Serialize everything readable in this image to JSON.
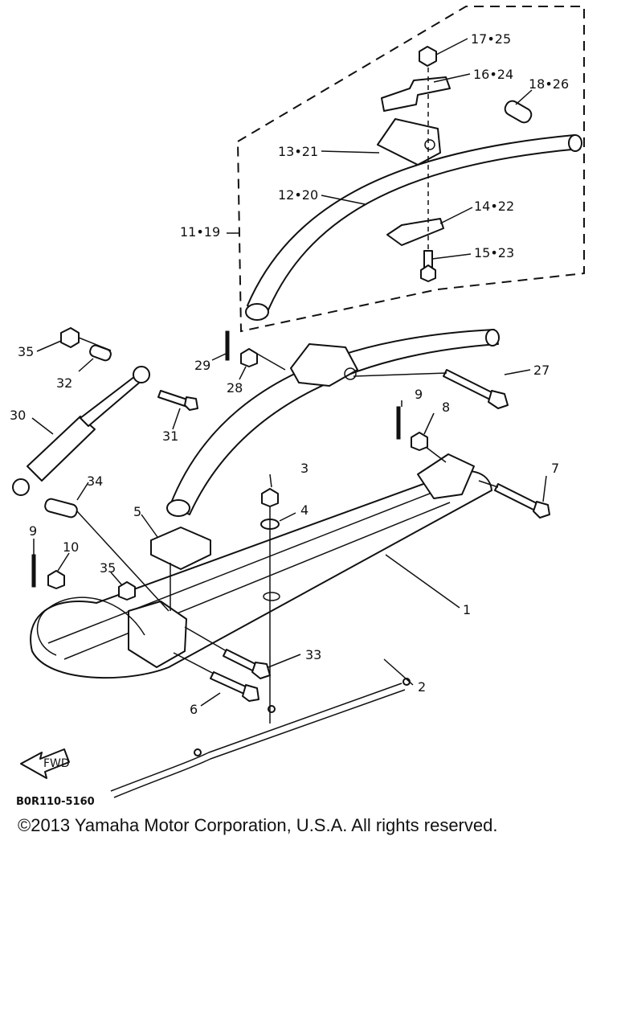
{
  "labels": {
    "p17_25": "17•25",
    "p16_24": "16•24",
    "p18_26": "18•26",
    "p13_21": "13•21",
    "p12_20": "12•20",
    "p14_22": "14•22",
    "p11_19": "11•19",
    "p15_23": "15•23",
    "p35a": "35",
    "p32": "32",
    "p29": "29",
    "p28": "28",
    "p27": "27",
    "p30": "30",
    "p31": "31",
    "p9a": "9",
    "p8": "8",
    "p34": "34",
    "p3": "3",
    "p7": "7",
    "p5": "5",
    "p4": "4",
    "p9b": "9",
    "p10": "10",
    "p35b": "35",
    "p1": "1",
    "p33": "33",
    "p2": "2",
    "p6": "6"
  },
  "fwd_label": "FWD",
  "figure_code": "B0R110-5160",
  "copyright": "©2013 Yamaha Motor Corporation, U.S.A. All rights reserved."
}
